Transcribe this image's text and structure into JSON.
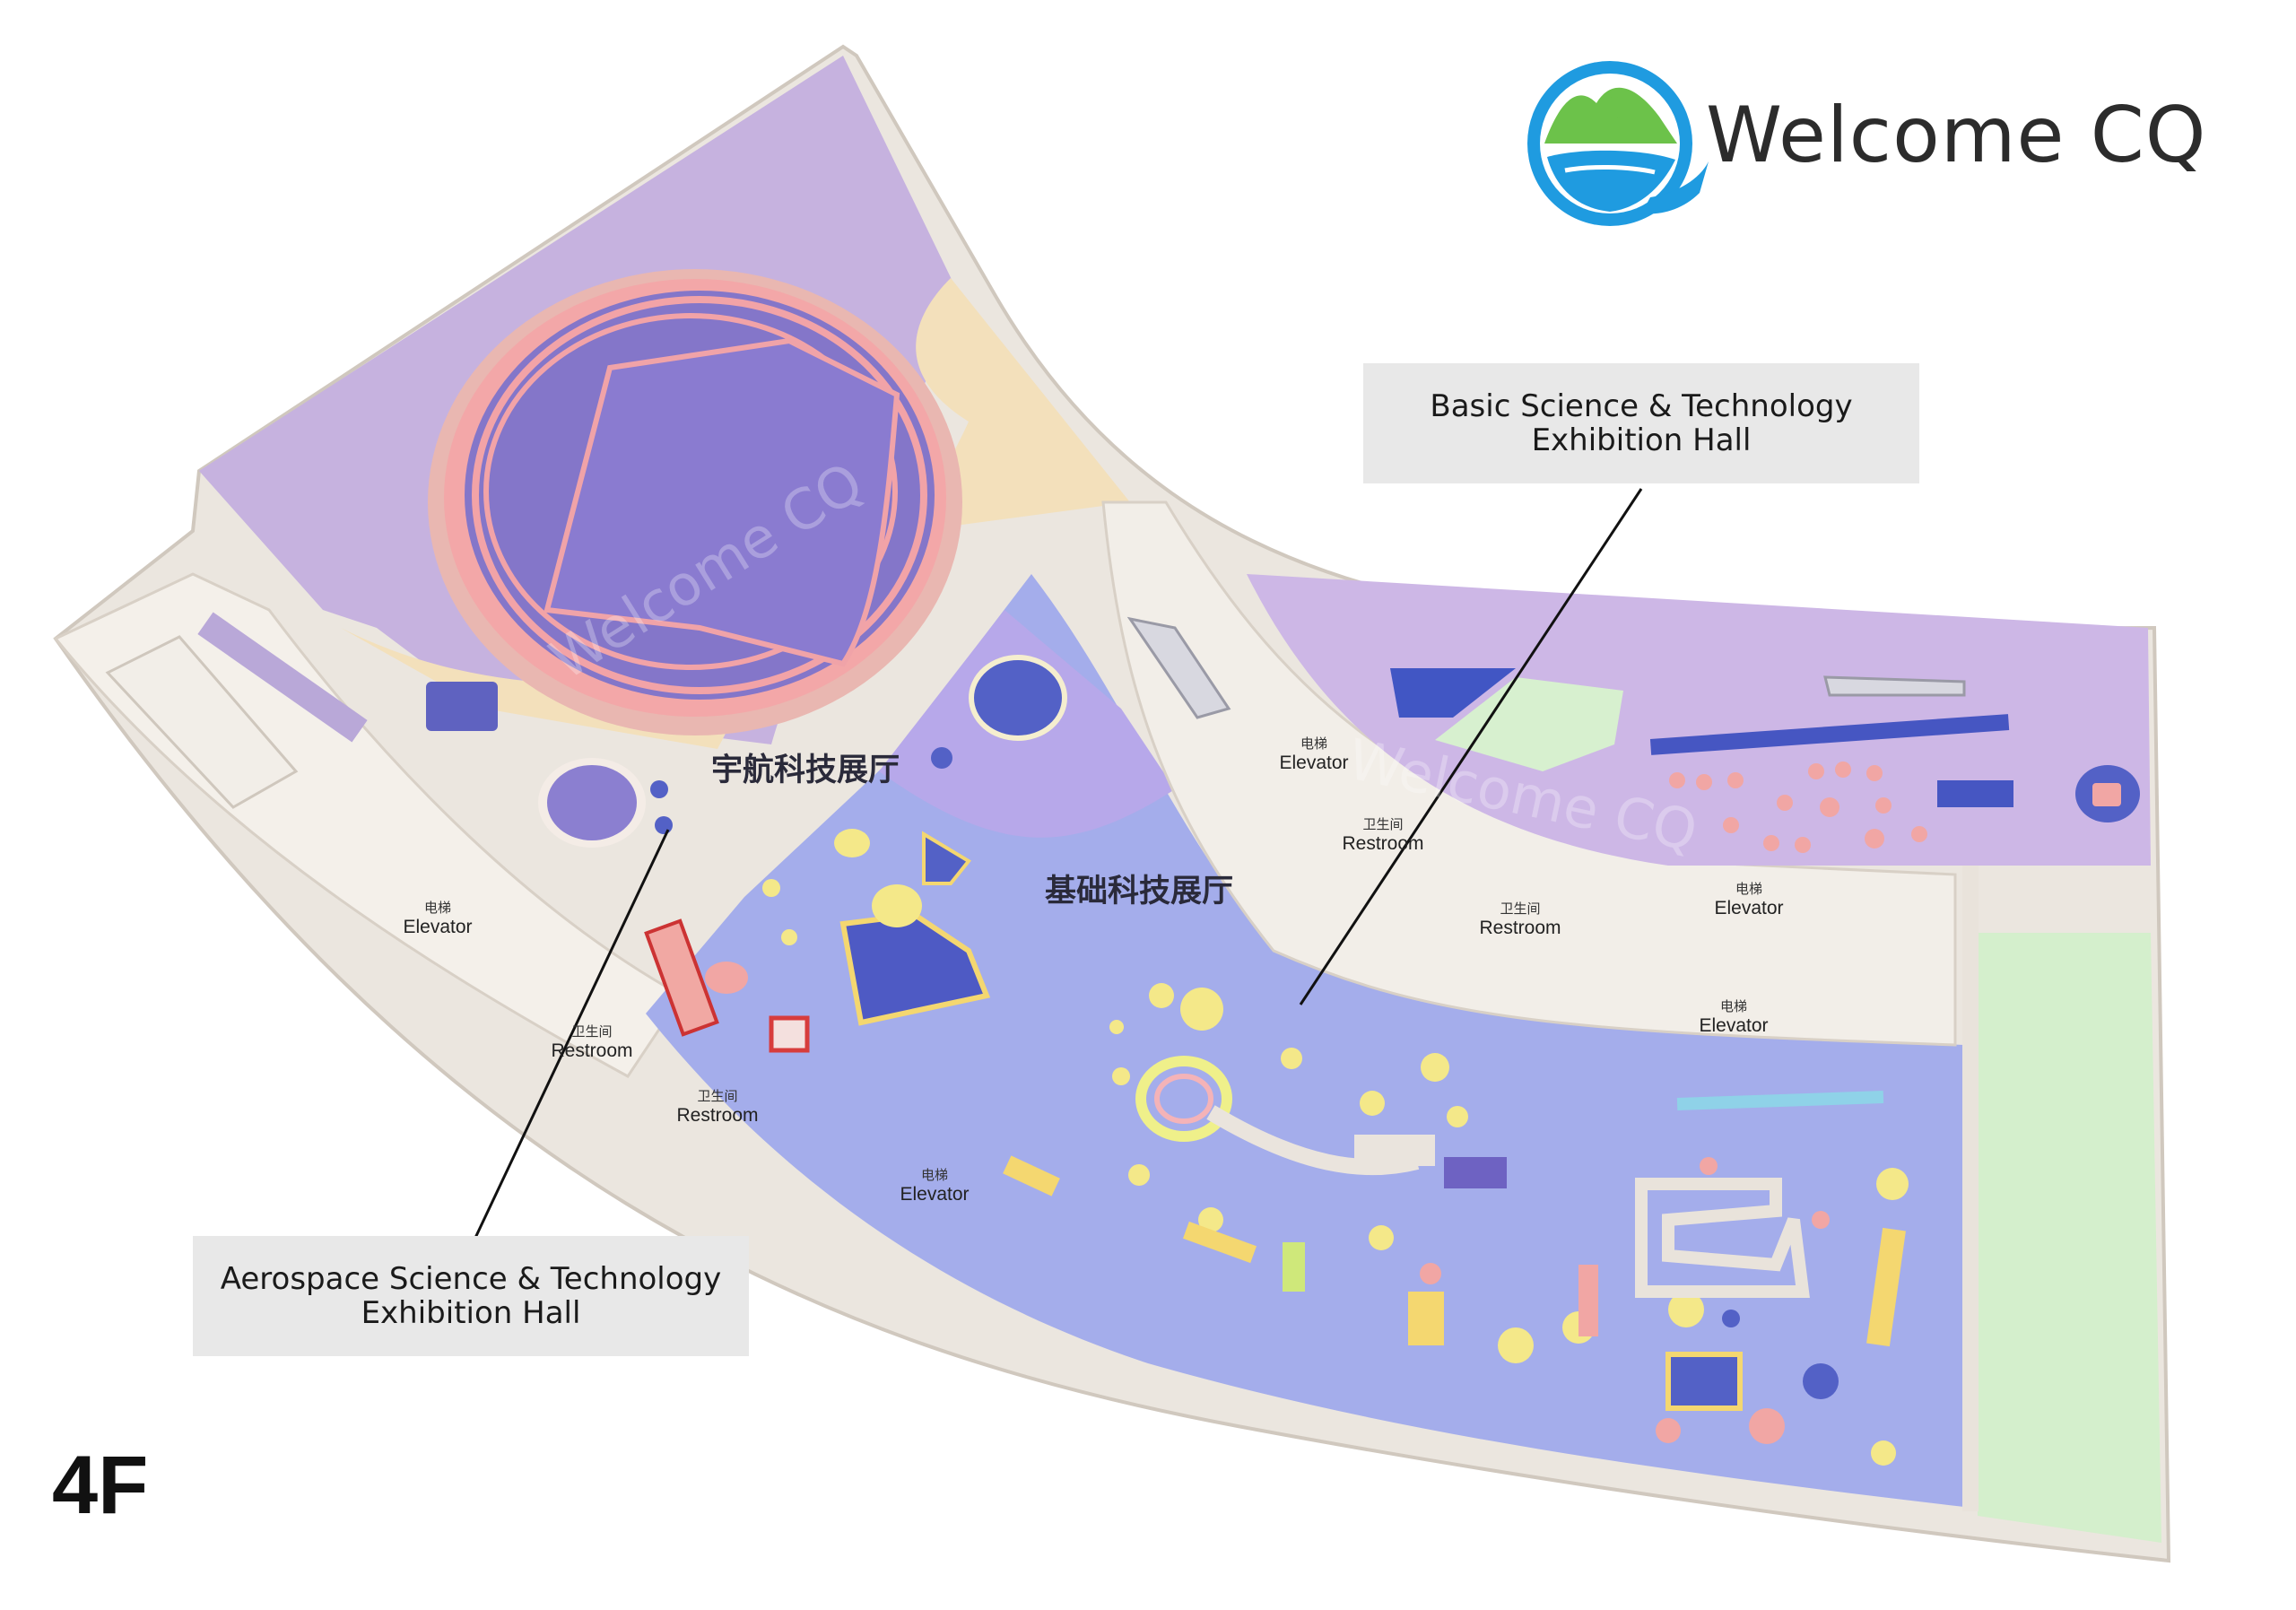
{
  "brand": {
    "name": "Welcome CQ",
    "logo_icon": "welcome-cq-logo-icon",
    "colors": {
      "blue": "#1f9be0",
      "green": "#6cc24a",
      "text": "#2c2c2c"
    }
  },
  "floor": {
    "label": "4F"
  },
  "halls": {
    "aerospace": {
      "name_zh": "宇航科技展厅",
      "callout_line1": "Aerospace Science & Technology",
      "callout_line2": "Exhibition Hall"
    },
    "basic": {
      "name_zh": "基础科技展厅",
      "callout_line1": "Basic Science & Technology",
      "callout_line2": "Exhibition Hall"
    }
  },
  "facilities": [
    {
      "id": "elevator-1",
      "zh": "电梯",
      "en": "Elevator"
    },
    {
      "id": "restroom-1",
      "zh": "卫生间",
      "en": "Restroom"
    },
    {
      "id": "restroom-2",
      "zh": "卫生间",
      "en": "Restroom"
    },
    {
      "id": "elevator-2",
      "zh": "电梯",
      "en": "Elevator"
    },
    {
      "id": "elevator-3",
      "zh": "电梯",
      "en": "Elevator"
    },
    {
      "id": "restroom-3",
      "zh": "卫生间",
      "en": "Restroom"
    },
    {
      "id": "restroom-4",
      "zh": "卫生间",
      "en": "Restroom"
    },
    {
      "id": "elevator-4",
      "zh": "电梯",
      "en": "Elevator"
    },
    {
      "id": "elevator-5",
      "zh": "电梯",
      "en": "Elevator"
    }
  ],
  "colors": {
    "wall": "#f1ece6",
    "wall_shadow": "#d9d2ca",
    "aerospace_floor": "#c8b4e0",
    "corridor_floor": "#f2e1bd",
    "basic_floor": "#a3acec",
    "east_floor": "#cdb6e6",
    "dome_outer": "#f0a0a6",
    "dome_inner": "#8576c8",
    "green_zone": "#d6f0cf"
  }
}
